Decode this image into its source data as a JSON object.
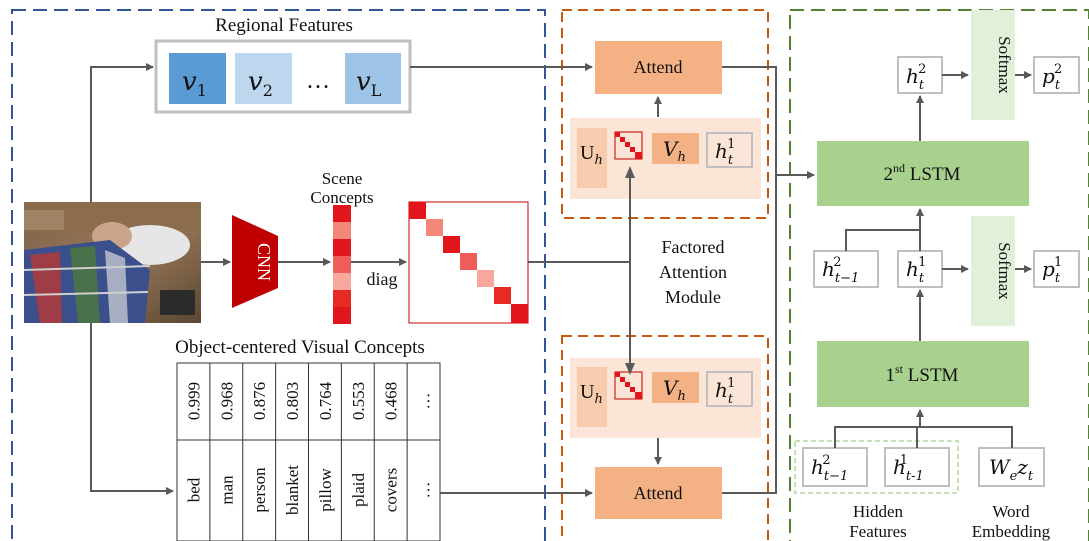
{
  "regional_features": {
    "title": "Regional Features",
    "items": [
      "v",
      "v",
      "…",
      "v"
    ],
    "subscripts": [
      "1",
      "2",
      "",
      "L"
    ],
    "colors": [
      "#5b9bd5",
      "#bdd7ee",
      "#ffffff",
      "#9dc3e6"
    ]
  },
  "scene": {
    "title_line1": "Scene",
    "title_line2": "Concepts",
    "cnn_label": "CNN",
    "diag_label": "diag"
  },
  "object_concepts": {
    "title": "Object-centered Visual Concepts",
    "scores": [
      "0.999",
      "0.968",
      "0.876",
      "0.803",
      "0.764",
      "0.553",
      "0.468",
      "…"
    ],
    "words": [
      "bed",
      "man",
      "person",
      "blanket",
      "pillow",
      "plaid",
      "covers",
      "…"
    ]
  },
  "attention": {
    "attend_label": "Attend",
    "U": "U",
    "U_sub": "h",
    "V": "V",
    "V_sub": "h",
    "h": "h",
    "h_sub": "t",
    "h_sup": "1",
    "module_line1": "Factored",
    "module_line2": "Attention",
    "module_line3": "Module"
  },
  "lstm": {
    "second_label": "2",
    "second_sup": "nd",
    "second_rest": " LSTM",
    "first_label": "1",
    "first_sup": "st",
    "first_rest": " LSTM",
    "softmax": "Softmax",
    "h2_sup": "2",
    "h1_sup": "1",
    "t_sub": "t",
    "tm1_sub": "t−1",
    "tm1_sub_alt": "t-1",
    "p": "p",
    "W": "W",
    "W_sub": "e",
    "z": "z",
    "hidden_line1": "Hidden",
    "hidden_line2": "Features",
    "word_line1": "Word",
    "word_line2": "Embedding"
  },
  "colors": {
    "blue_border": "#2f5597",
    "orange_border": "#c55a11",
    "green_border": "#548235",
    "attend_fill": "#f4b183",
    "attn_bg": "#fbe5d6",
    "lstm_fill": "#a9d18e",
    "softmax_fill": "#e2f0d9",
    "red": "#e3151c"
  }
}
